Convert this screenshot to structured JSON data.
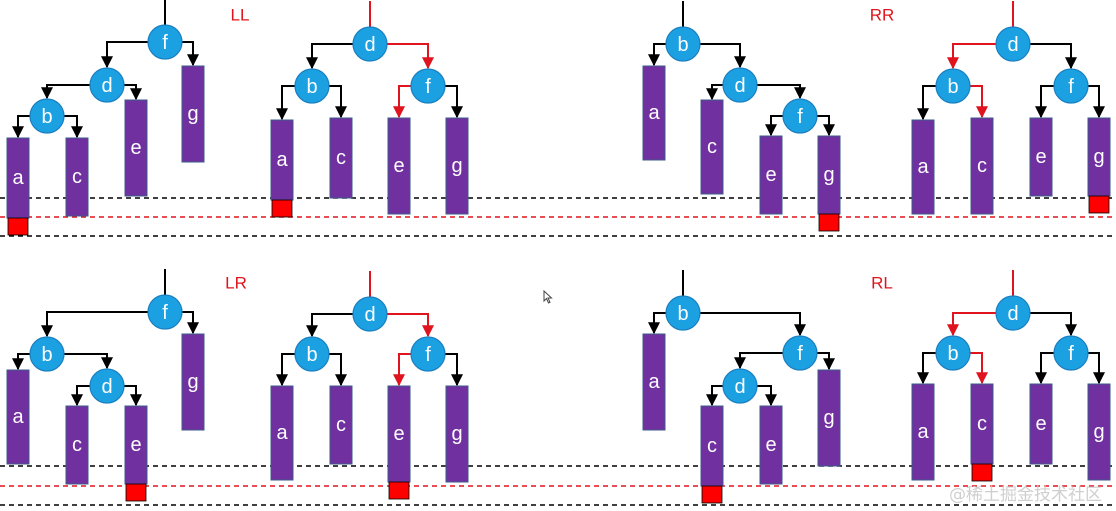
{
  "colors": {
    "node_fill": "#1ba1e2",
    "node_stroke": "#1a7fc0",
    "node_text": "#ffffff",
    "bar_fill": "#7030a0",
    "bar_text": "#ffffff",
    "edge": "#000000",
    "highlight": "#e0141e",
    "overflow_block": "#ff0000",
    "label": "#e0141e",
    "level_line": "#000000"
  },
  "panels": [
    {
      "id": "ll",
      "label": "LL",
      "before": {
        "nodes": [
          "f",
          "d",
          "b"
        ],
        "subtrees": [
          "a",
          "c",
          "e",
          "g"
        ],
        "overflow_subtree": "a"
      },
      "after": {
        "nodes": [
          "d",
          "b",
          "f"
        ],
        "subtrees": [
          "a",
          "c",
          "e",
          "g"
        ],
        "overflow_subtree": "a",
        "red_edges": [
          "d-f",
          "f-e"
        ]
      }
    },
    {
      "id": "rr",
      "label": "RR",
      "before": {
        "nodes": [
          "b",
          "d",
          "f"
        ],
        "subtrees": [
          "a",
          "c",
          "e",
          "g"
        ],
        "overflow_subtree": "g"
      },
      "after": {
        "nodes": [
          "d",
          "b",
          "f"
        ],
        "subtrees": [
          "a",
          "c",
          "e",
          "g"
        ],
        "overflow_subtree": "g",
        "red_edges": [
          "d-b",
          "b-c"
        ]
      }
    },
    {
      "id": "lr",
      "label": "LR",
      "before": {
        "nodes": [
          "f",
          "b",
          "d"
        ],
        "subtrees": [
          "a",
          "c",
          "e",
          "g"
        ],
        "overflow_subtree": "e"
      },
      "after": {
        "nodes": [
          "d",
          "b",
          "f"
        ],
        "subtrees": [
          "a",
          "c",
          "e",
          "g"
        ],
        "overflow_subtree": "e",
        "red_edges": [
          "d-f",
          "f-e"
        ]
      }
    },
    {
      "id": "rl",
      "label": "RL",
      "before": {
        "nodes": [
          "b",
          "f",
          "d"
        ],
        "subtrees": [
          "a",
          "c",
          "e",
          "g"
        ],
        "overflow_subtree": "c"
      },
      "after": {
        "nodes": [
          "d",
          "b",
          "f"
        ],
        "subtrees": [
          "a",
          "c",
          "e",
          "g"
        ],
        "overflow_subtree": "c",
        "red_edges": [
          "d-b",
          "b-c"
        ]
      }
    }
  ],
  "watermark": "@稀土掘金技术社区"
}
